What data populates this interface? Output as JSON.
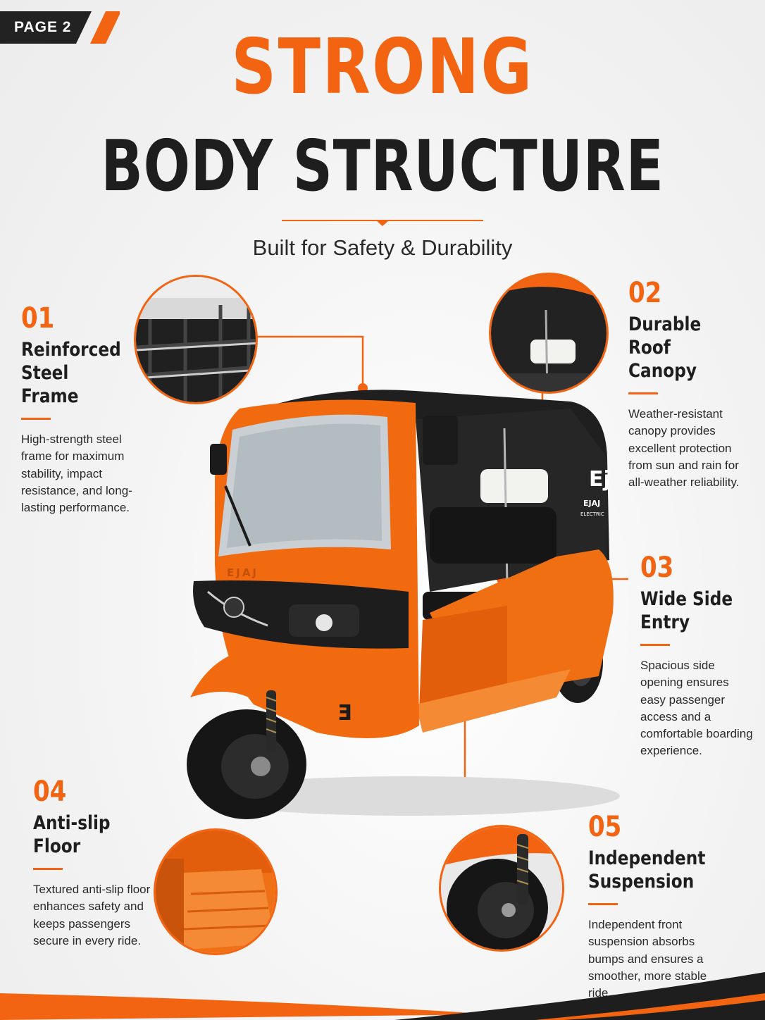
{
  "page_tag": "PAGE 2",
  "headline": {
    "line1": "STRONG",
    "line2": "BODY STRUCTURE"
  },
  "subtitle": "Built for Safety & Durability",
  "brand": {
    "hood_text": "EJAJ",
    "side_logo_text": "EJAJ",
    "side_logo_sub": "ELECTRIC"
  },
  "features": [
    {
      "number": "01",
      "title": "Reinforced\nSteel Frame",
      "description": "High-strength steel frame for maximum stability, impact resistance, and long-lasting performance."
    },
    {
      "number": "02",
      "title": "Durable Roof\nCanopy",
      "description": "Weather-resistant canopy provides excellent protection from sun and rain for all-weather reliability."
    },
    {
      "number": "03",
      "title": "Wide Side\nEntry",
      "description": "Spacious side opening ensures easy passenger access and a comfortable boarding experience."
    },
    {
      "number": "04",
      "title": "Anti-slip\nFloor",
      "description": "Textured anti-slip floor enhances safety and keeps passengers secure in every ride."
    },
    {
      "number": "05",
      "title": "Independent\nSuspension",
      "description": "Independent front suspension absorbs bumps and ensures a smoother, more stable ride."
    }
  ],
  "colors": {
    "accent": "#f26411",
    "dark": "#1e1e1e",
    "background": "#f4f4f4"
  },
  "icons": [
    "steel-frame-detail",
    "roof-canopy-detail",
    "anti-slip-floor-detail",
    "suspension-detail"
  ]
}
